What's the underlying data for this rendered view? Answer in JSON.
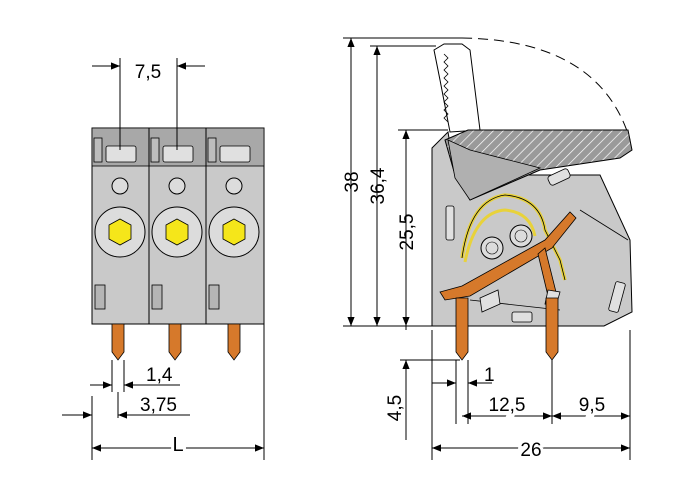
{
  "dimensions": {
    "pitch": "7,5",
    "pin_thickness": "1,4",
    "pin_offset": "3,75",
    "total_length": "L",
    "height_total": "38",
    "height_lever": "36,4",
    "height_body": "25,5",
    "pin_length": "4,5",
    "pin_width": "1",
    "pin_spacing": "12,5",
    "pin_to_back": "9,5",
    "depth_total": "26"
  },
  "colors": {
    "housing": "#c8c8c8",
    "housing_dark": "#a9a9a9",
    "lever": "#9a9a9a",
    "button": "#f5e61a",
    "pin": "#d6792b",
    "spring": "#e8d23a",
    "line": "#000000"
  }
}
